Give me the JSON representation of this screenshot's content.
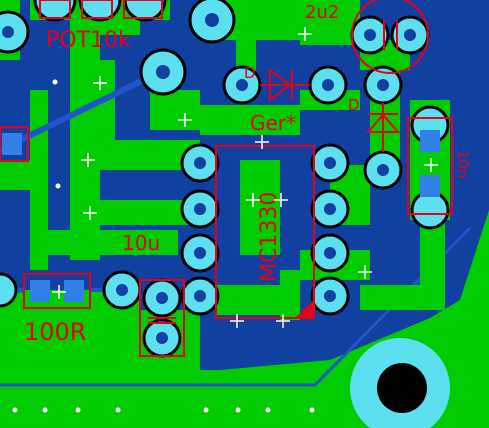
{
  "labels": {
    "pot": "POT10k",
    "cap_2u2": "2u2",
    "diode_d1": "D",
    "diode_d2": "D",
    "ger": "Ger*",
    "ic": "MC1330",
    "cap_10u": "10u",
    "res_100r": "100R",
    "cap_10n": "10n"
  },
  "colors": {
    "board": "#00cc00",
    "pour": "#1040a0",
    "pad": "#5ce0f0",
    "silk": "#e8001a",
    "trace": "#00cc00",
    "via": "#ffffff",
    "smd_pad": "#3080e8",
    "hole": "#000000"
  }
}
